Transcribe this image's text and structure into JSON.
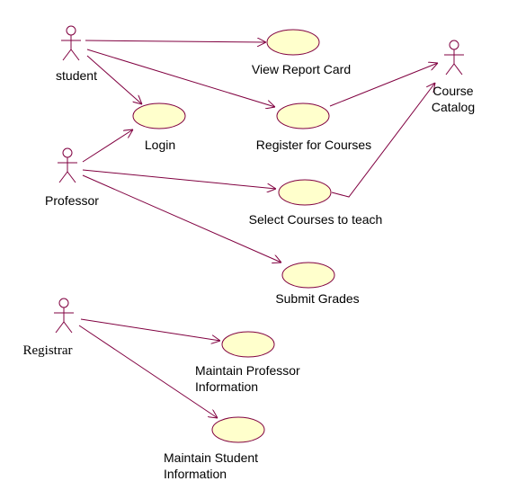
{
  "colors": {
    "line": "#800040",
    "ellipse_fill": "#ffffcc",
    "ellipse_stroke": "#800040",
    "actor_stroke": "#800040"
  },
  "actors": {
    "student": {
      "label": "student"
    },
    "professor": {
      "label": "Professor"
    },
    "registrar": {
      "label": "Registrar"
    },
    "course_catalog": {
      "label": "Course\nCatalog"
    }
  },
  "use_cases": {
    "view_report_card": {
      "label": "View Report Card"
    },
    "login": {
      "label": "Login"
    },
    "register_for_courses": {
      "label": "Register for Courses"
    },
    "select_courses_to_teach": {
      "label": "Select Courses to teach"
    },
    "submit_grades": {
      "label": "Submit Grades"
    },
    "maintain_professor_information": {
      "label": "Maintain Professor\nInformation"
    },
    "maintain_student_information": {
      "label": "Maintain Student\nInformation"
    }
  }
}
